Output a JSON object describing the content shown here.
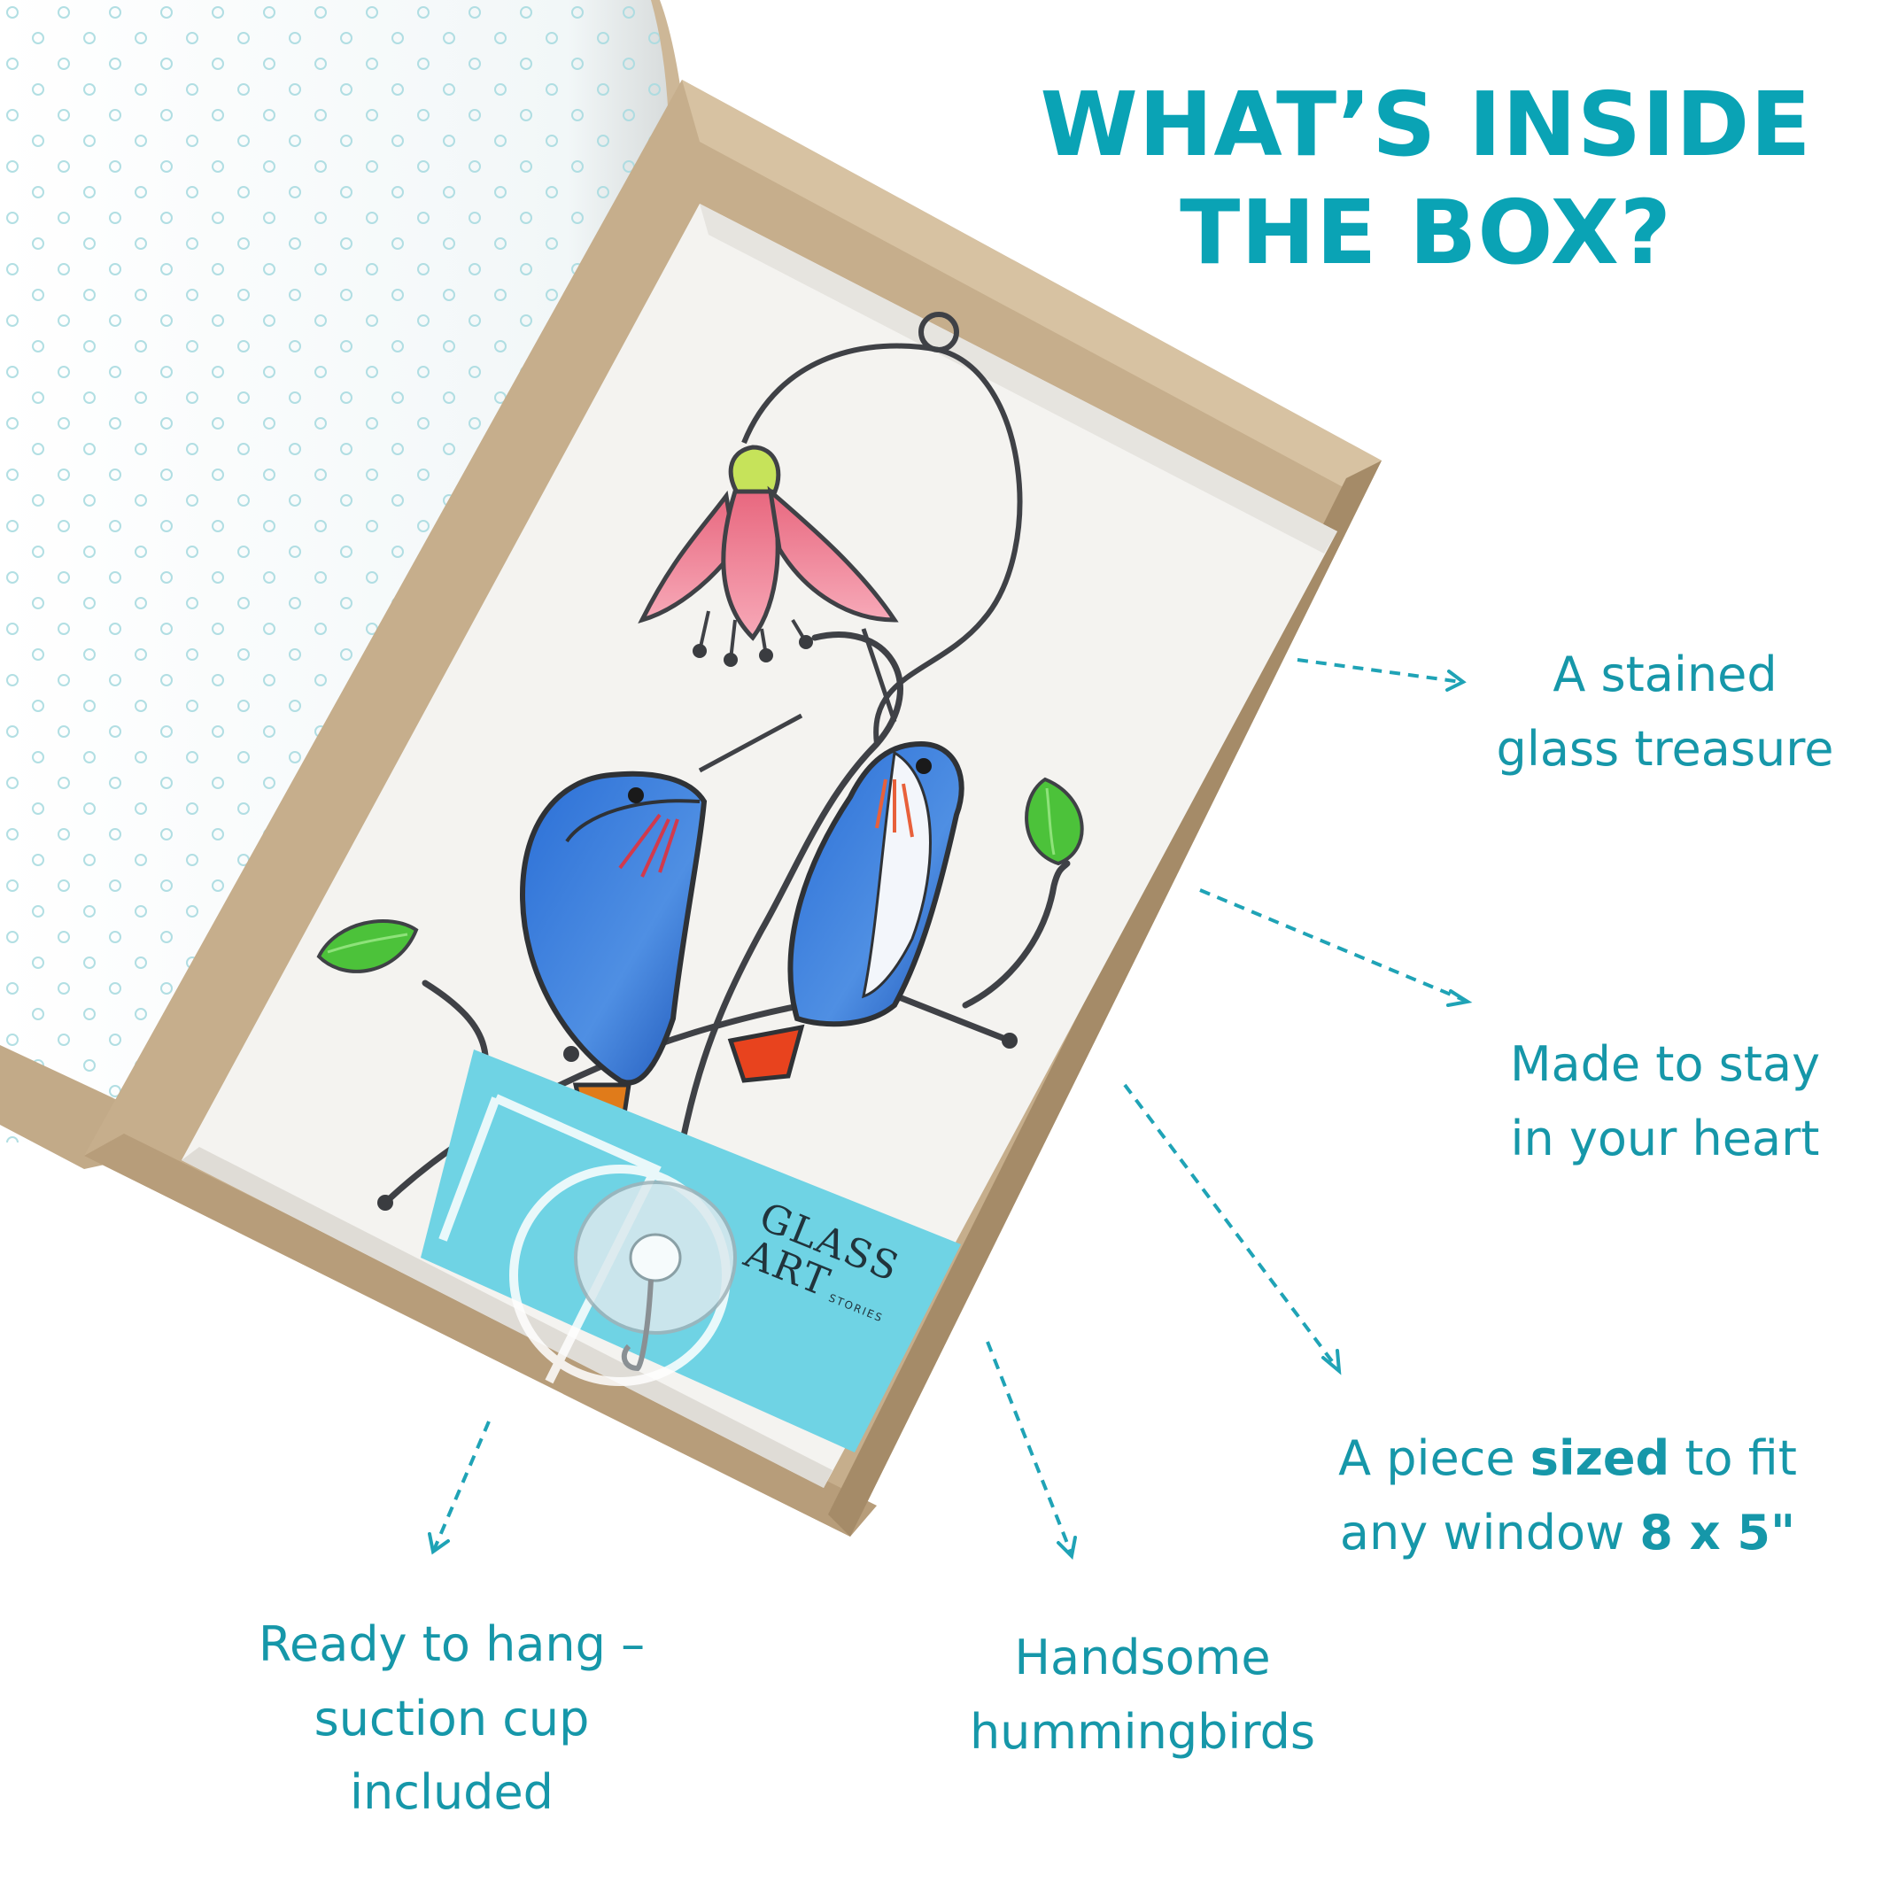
{
  "headline": {
    "line1": "WHAT’S INSIDE",
    "line2": "THE BOX?"
  },
  "labels": {
    "treasure": {
      "line1": "A stained",
      "line2": "glass treasure"
    },
    "heart": {
      "line1": "Made to stay",
      "line2": "in your heart"
    },
    "size": {
      "pre": "A piece ",
      "bold1": "sized",
      "mid": " to fit",
      "line2_pre": "any window ",
      "bold2": "8 x 5\""
    },
    "hang": {
      "line1": "Ready to hang –",
      "line2": "suction cup",
      "line3": "included"
    },
    "birds": {
      "line1": "Handsome",
      "line2": "hummingbirds"
    }
  },
  "brand_card": {
    "glass": "GLASS",
    "art": "ART",
    "stories": "STORIES"
  },
  "colors": {
    "accent": "#0aa3b5",
    "label": "#1697a9",
    "cardboard": "#c9b394",
    "foam": "#f4f3f0",
    "card": "#6fd3e4",
    "bird_blue": "#1f5ec8",
    "flower_pink": "#f28fa6",
    "leaf_green": "#4cc23a"
  }
}
